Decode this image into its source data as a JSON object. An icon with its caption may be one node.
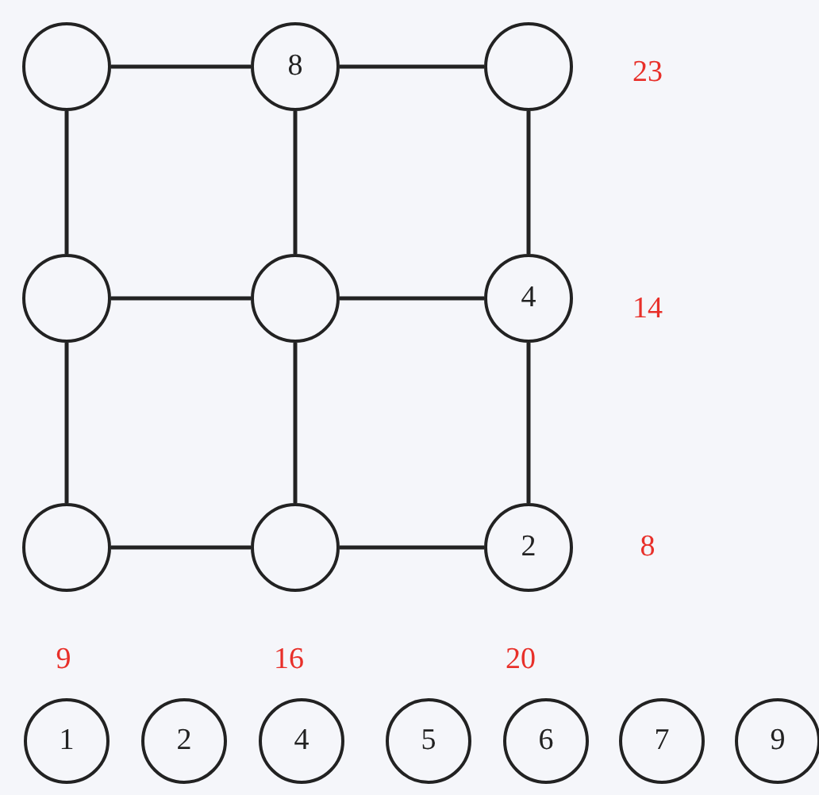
{
  "diagram": {
    "nodes": [
      {
        "text": [],
        "shape": "circle"
      },
      {
        "text": [
          "8"
        ]
      },
      {
        "text": [],
        "shape": "circle"
      },
      {
        "text": [],
        "shape": "circle"
      },
      {
        "text": [],
        "shape": "circle"
      },
      {
        "text": [
          "4"
        ]
      },
      {
        "text": [],
        "shape": "circle"
      },
      {
        "text": [],
        "shape": "circle"
      },
      {
        "text": [
          "2"
        ]
      },
      {
        "text": [
          "1"
        ]
      },
      {
        "text": [
          "2"
        ]
      },
      {
        "text": [
          "4"
        ]
      },
      {
        "text": [
          "5"
        ]
      },
      {
        "text": [
          "6"
        ]
      },
      {
        "text": [
          "7"
        ]
      },
      {
        "text": [
          "9"
        ]
      }
    ],
    "edges": [
      {
        "from": 0,
        "to": 1,
        "arrow": "none"
      },
      {
        "from": 1,
        "to": 2,
        "arrow": "none"
      },
      {
        "from": 3,
        "to": 4,
        "arrow": "none"
      },
      {
        "from": 4,
        "to": 5,
        "arrow": "none"
      },
      {
        "from": 6,
        "to": 7,
        "arrow": "none"
      },
      {
        "from": 7,
        "to": 8,
        "arrow": "none"
      },
      {
        "from": 0,
        "to": 3,
        "arrow": "none"
      },
      {
        "from": 3,
        "to": 6,
        "arrow": "none"
      },
      {
        "from": 1,
        "to": 4,
        "arrow": "none"
      },
      {
        "from": 4,
        "to": 7,
        "arrow": "none"
      },
      {
        "from": 2,
        "to": 5,
        "arrow": "none"
      },
      {
        "from": 5,
        "to": 8,
        "arrow": "none"
      }
    ],
    "labels": [
      "23",
      "14",
      "8",
      "9",
      "16",
      "20"
    ]
  }
}
